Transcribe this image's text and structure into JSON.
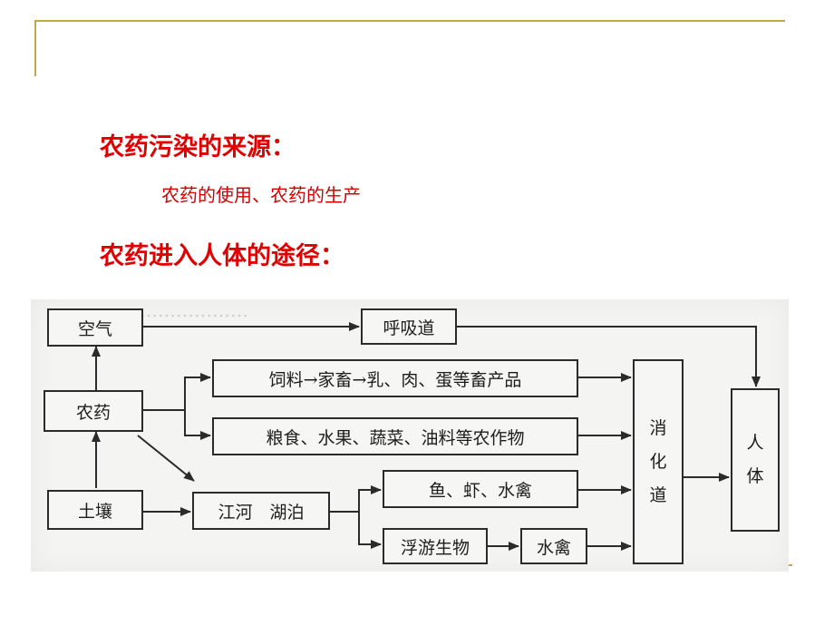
{
  "headings": {
    "source_title": "农药污染的来源：",
    "source_detail": "农药的使用、农药的生产",
    "route_title": "农药进入人体的途径："
  },
  "diagram": {
    "nodes": {
      "air": "空气",
      "respiratory": "呼吸道",
      "pesticide": "农药",
      "feed": "饲料→家畜→乳、肉、蛋等畜产品",
      "grain": "粮食、水果、蔬菜、油料等农作物",
      "digestive": [
        "消",
        "化",
        "道"
      ],
      "human": [
        "人",
        "体"
      ],
      "soil": "土壤",
      "river_lake": "江河　湖泊",
      "fish": "鱼、虾、水禽",
      "plankton": "浮游生物",
      "waterfowl": "水禽"
    },
    "colors": {
      "heading": "#e00000",
      "frame": "#c9a641",
      "ink": "#2b2b2b"
    }
  }
}
